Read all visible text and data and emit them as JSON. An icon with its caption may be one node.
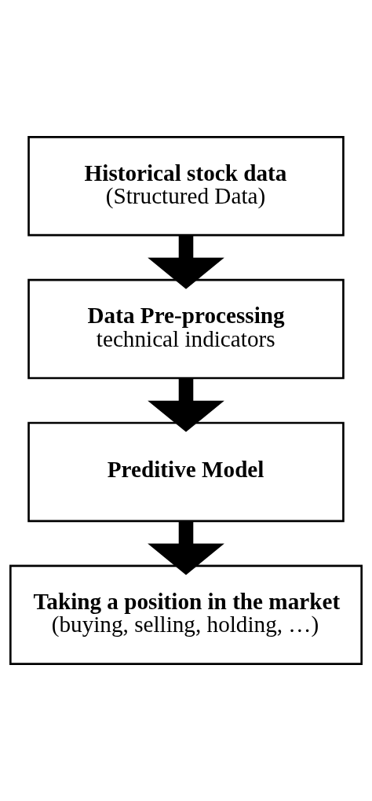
{
  "diagram": {
    "nodes": [
      {
        "text": [
          "Historical stock data",
          "(Structured Data)"
        ]
      },
      {
        "text": [
          "Data Pre-processing",
          "technical indicators"
        ]
      },
      {
        "text": [
          "Preditive Model"
        ]
      },
      {
        "text": [
          "Taking a position in the market",
          "(buying, selling, holding, …)"
        ]
      }
    ],
    "edges": [
      {
        "from": 0,
        "to": 1,
        "arrow": "to"
      },
      {
        "from": 1,
        "to": 2,
        "arrow": "to"
      },
      {
        "from": 2,
        "to": 3,
        "arrow": "to"
      }
    ]
  }
}
